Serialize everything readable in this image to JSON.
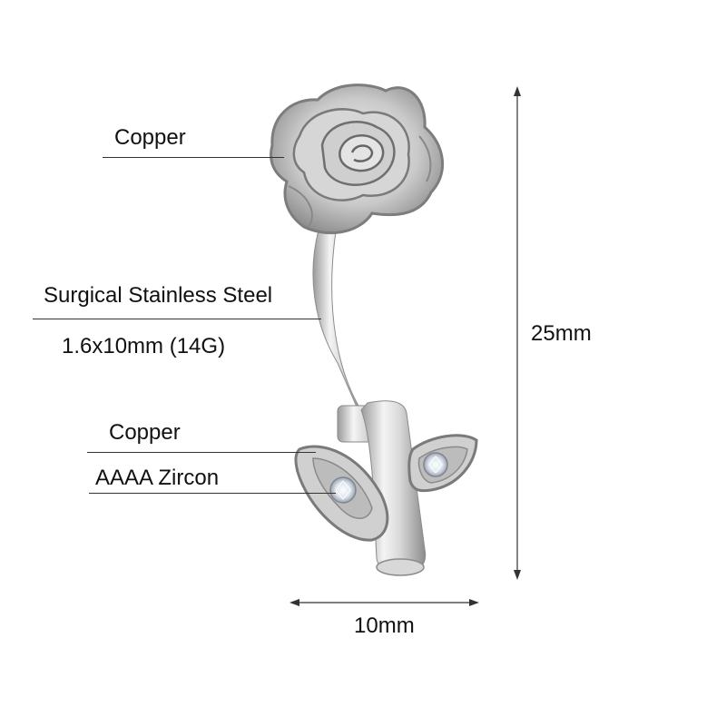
{
  "callouts": {
    "top": {
      "label": "Copper"
    },
    "bar": {
      "material": "Surgical Stainless Steel",
      "size": "1.6x10mm (14G)"
    },
    "leaf": {
      "material": "Copper",
      "stone": "AAAA Zircon"
    }
  },
  "dimensions": {
    "height": "25mm",
    "width": "10mm"
  },
  "colors": {
    "metal": "#c8c8c8",
    "line": "#333333",
    "text": "#111111"
  }
}
